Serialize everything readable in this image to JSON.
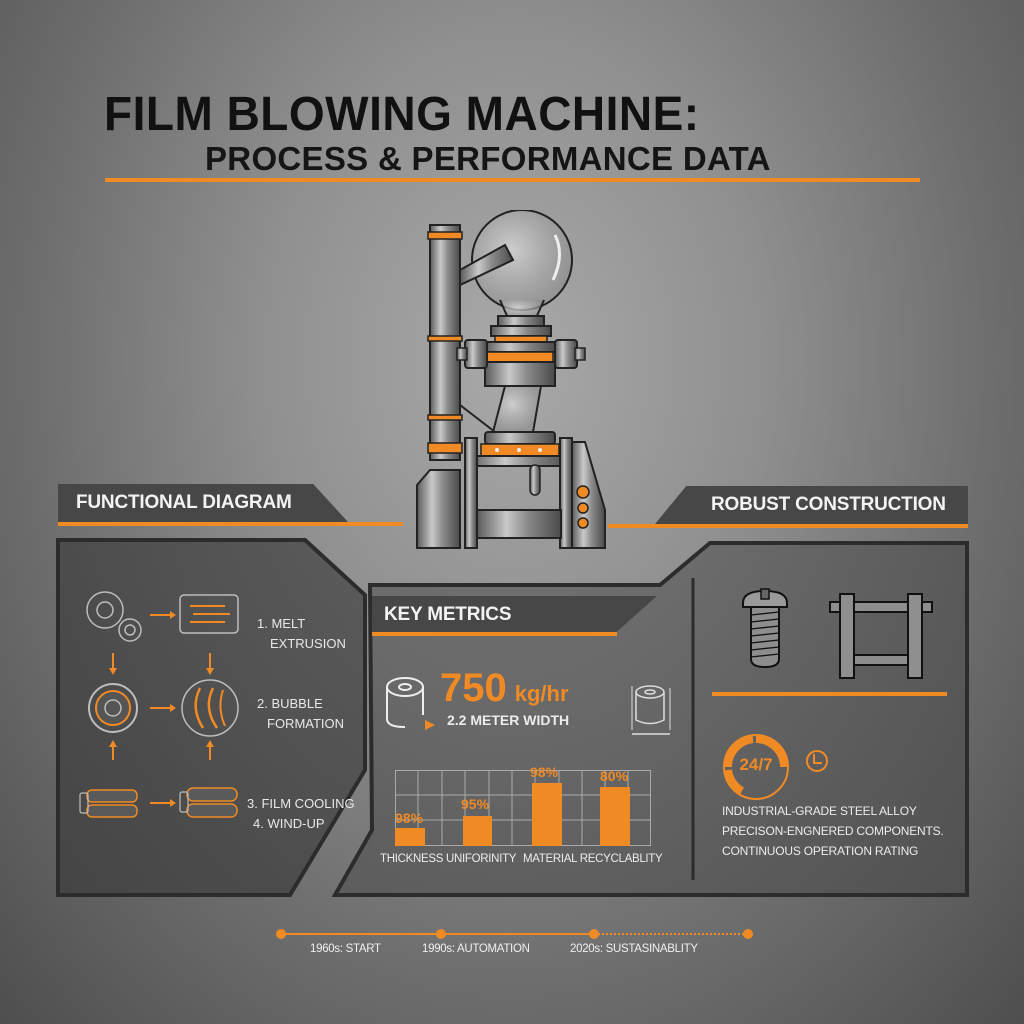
{
  "header": {
    "title": "FILM BLOWING MACHINE:",
    "subtitle": "PROCESS & PERFORMANCE DATA"
  },
  "colors": {
    "accent": "#f08a24",
    "panel": "#474747",
    "background": "#8f8f8f",
    "title_text": "#111111"
  },
  "hero": {
    "icon": "film-blowing-machine-illustration"
  },
  "functional_diagram": {
    "title": "FUNCTIONAL DIAGRAM",
    "steps": [
      {
        "line1": "1. MELT",
        "line2": "EXTRUSION",
        "icon": "extruder-screen-icon"
      },
      {
        "line1": "2. BUBBLE",
        "line2": "FORMATION",
        "icon": "bubble-icon"
      },
      {
        "line1": "3. FILM COOLING",
        "line2": "4. WIND-UP",
        "icon": "rollers-icon"
      }
    ],
    "icons": [
      "gears-icon",
      "extruder-screen-icon",
      "die-head-icon",
      "bubble-icon",
      "nip-rollers-icon",
      "wind-up-rollers-icon"
    ]
  },
  "key_metrics": {
    "title": "KEY METRICS",
    "output_value": "750",
    "output_unit": "kg/hr",
    "width_label": "2.2 METER WIDTH",
    "left_icon": "film-roll-icon",
    "right_icon": "film-roll-width-icon"
  },
  "chart_data": {
    "type": "bar",
    "title": "",
    "categories": [
      "Thickness Uniformity A",
      "Thickness Uniformity B",
      "Material Recyclability A",
      "Material Recyclability B"
    ],
    "values": [
      98,
      95,
      98,
      80
    ],
    "value_labels": [
      "98%",
      "95%",
      "98%",
      "80%"
    ],
    "relative_heights": [
      0.28,
      0.48,
      0.98,
      0.91
    ],
    "group_labels": [
      "THICKNESS UNIFORINITY",
      "MATERIAL RECYCLABLITY"
    ],
    "xlabel": "",
    "ylabel": "",
    "grid": true
  },
  "robust_construction": {
    "title": "ROBUST CONSTRUCTION",
    "icons": [
      "screw-icon",
      "steel-frame-icon"
    ],
    "badge_text": "24/7",
    "badge_icon": "clock-icon",
    "features": [
      "INDUSTRIAL-GRADE STEEL ALLOY",
      "PRECISON-ENGNERED COMPONENTS.",
      "CONTINUOUS OPERATION RATING"
    ]
  },
  "timeline": {
    "milestones": [
      {
        "label": "1960s: START"
      },
      {
        "label": "1990s: AUTOMATION"
      },
      {
        "label": "2020s: SUSTASINABLITY"
      }
    ]
  }
}
